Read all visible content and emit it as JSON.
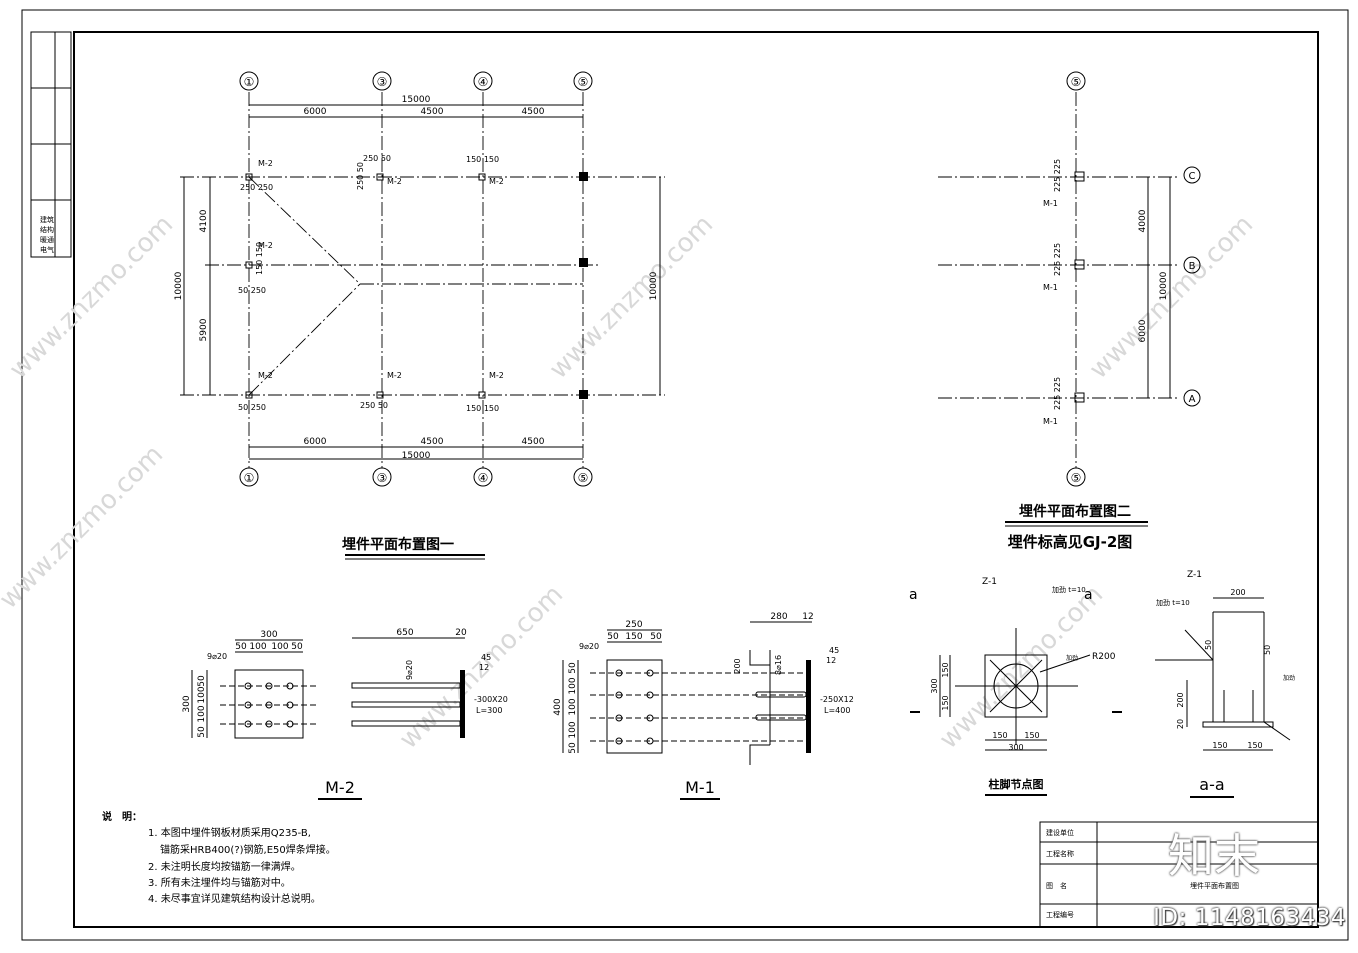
{
  "plan1": {
    "title": "埋件平面布置图一",
    "axes_top": [
      "①",
      "③",
      "④",
      "⑤"
    ],
    "axes_bottom": [
      "①",
      "③",
      "④",
      "⑤"
    ],
    "dim_total": "15000",
    "dims_top": [
      "6000",
      "4500",
      "4500"
    ],
    "dims_bottom": [
      "6000",
      "4500",
      "4500"
    ],
    "dims_left": [
      "4100",
      "5900"
    ],
    "dim_left_total": "10000",
    "dim_right_total": "10000",
    "embed_label": "M-2",
    "callouts": [
      "250 50",
      "250 50",
      "150 150",
      "250 250",
      "50 250",
      "150 150",
      "50 250",
      "250 50",
      "150 150"
    ]
  },
  "plan2": {
    "title": "埋件平面布置图二",
    "subtitle": "埋件标高见GJ-2图",
    "axis_top": "⑤",
    "axis_bottom": "⑤",
    "rows": [
      "C",
      "B",
      "A"
    ],
    "dims": [
      "4000",
      "6000"
    ],
    "dim_total": "10000",
    "embed_label": "M-1",
    "callouts": [
      "225 225",
      "225 225",
      "225 225"
    ]
  },
  "m2": {
    "title": "M-2",
    "dim_top": "300",
    "dims_top_parts": [
      "50",
      "100",
      "100",
      "50"
    ],
    "dim_left": "300",
    "dims_left_parts": [
      "50",
      "100",
      "100",
      "50"
    ],
    "bar_label": "9⌀20",
    "dim_len": "650",
    "dim_end": "20",
    "plate": "-300X20",
    "plate_l": "L=300",
    "weld": "45",
    "weld2": "12"
  },
  "m1": {
    "title": "M-1",
    "dim_top": "250",
    "dims_top_parts": [
      "50",
      "150",
      "50"
    ],
    "dim_left": "400",
    "dims_left_parts": [
      "50",
      "100",
      "100",
      "100",
      "50"
    ],
    "bar_label": "9⌀20",
    "dim_len": "280",
    "dim_end": "12",
    "dim_hook": "200",
    "bar2_label": "8⌀16",
    "plate": "-250X12",
    "plate_l": "L=400",
    "weld": "45",
    "weld2": "12"
  },
  "column_base": {
    "title": "柱脚节点图",
    "tag": "Z-1",
    "plate_note": "加劲 t=10",
    "section_mark": "a",
    "radius": "R200",
    "dims_bottom": [
      "150",
      "150"
    ],
    "dim_bottom_total": "300",
    "dims_left": [
      "150",
      "150"
    ],
    "dim_left_total": "300",
    "note": "加劲"
  },
  "section_aa": {
    "title": "a-a",
    "tag": "Z-1",
    "plate_note": "加劲 t=10",
    "dim_top": "200",
    "dims_side": [
      "50",
      "50"
    ],
    "dim_h": "200",
    "dim_h2": "20",
    "dims_bottom": [
      "150",
      "150"
    ],
    "note": "加劲"
  },
  "notes": {
    "heading": "说　明：",
    "items": [
      "1.  本图中埋件钢板材质采用Q235-B,",
      "锚筋采HRB400(?)钢筋,E50焊条焊接。",
      "2.  未注明长度均按锚筋一律满焊。",
      "3.  所有未注埋件均与锚筋对中。",
      "4.  未尽事宜详见建筑结构设计总说明。"
    ]
  },
  "title_block": {
    "rows": [
      "建设单位",
      "工程名称",
      "图　名",
      "工程编号"
    ],
    "drawing_name": "埋件平面布置图",
    "brand": "知末",
    "id_text": "ID: 1148163434"
  },
  "sidebar": [
    "建筑",
    "结构",
    "暖通",
    "电气"
  ],
  "watermark": "www.znzmo.com"
}
